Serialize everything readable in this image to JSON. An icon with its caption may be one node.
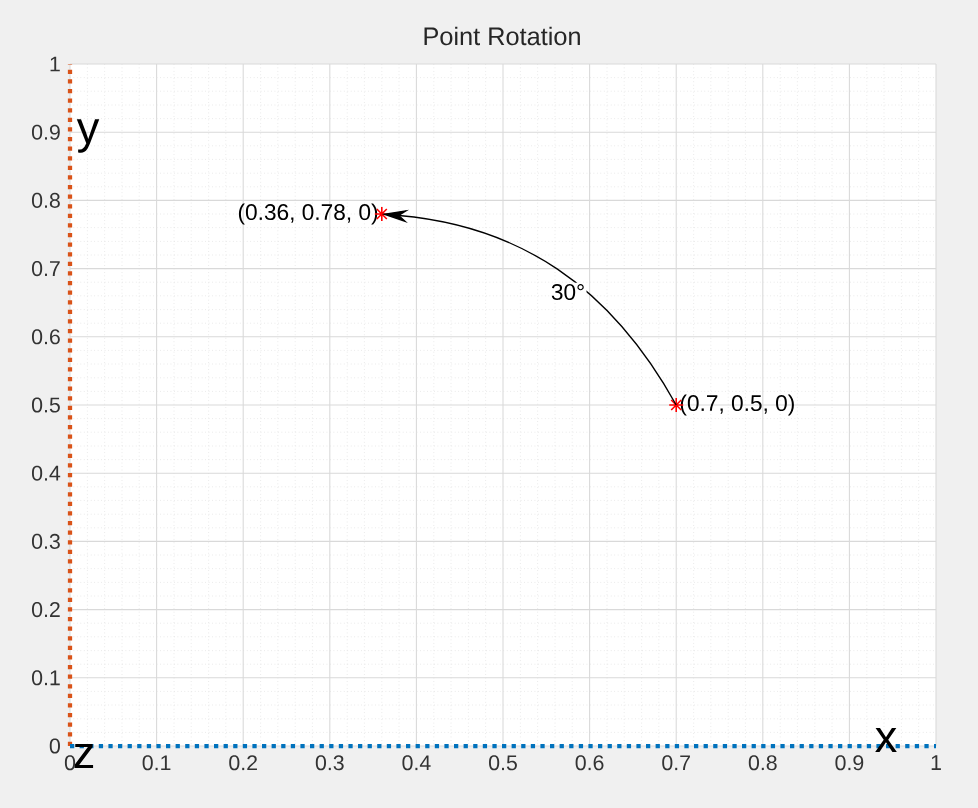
{
  "diagram": {
    "title": "Point Rotation",
    "nodes": [
      {
        "text": [
          "(0.36, 0.78, 0)"
        ]
      },
      {
        "text": [
          "(0.7, 0.5, 0)"
        ]
      }
    ],
    "edges": [
      {
        "from": 1,
        "to": 0,
        "arrow": "to",
        "label": "30°"
      }
    ],
    "labels": [
      "1",
      "0.9",
      "0.8",
      "0.7",
      "0.6",
      "0.5",
      "0.4",
      "0.3",
      "0.2",
      "0.1",
      "0",
      "y",
      "z",
      "x",
      "0",
      "0.1",
      "0.2",
      "0.3",
      "0.4",
      "0.5",
      "0.6",
      "0.7",
      "0.8",
      "0.9",
      "1"
    ]
  }
}
